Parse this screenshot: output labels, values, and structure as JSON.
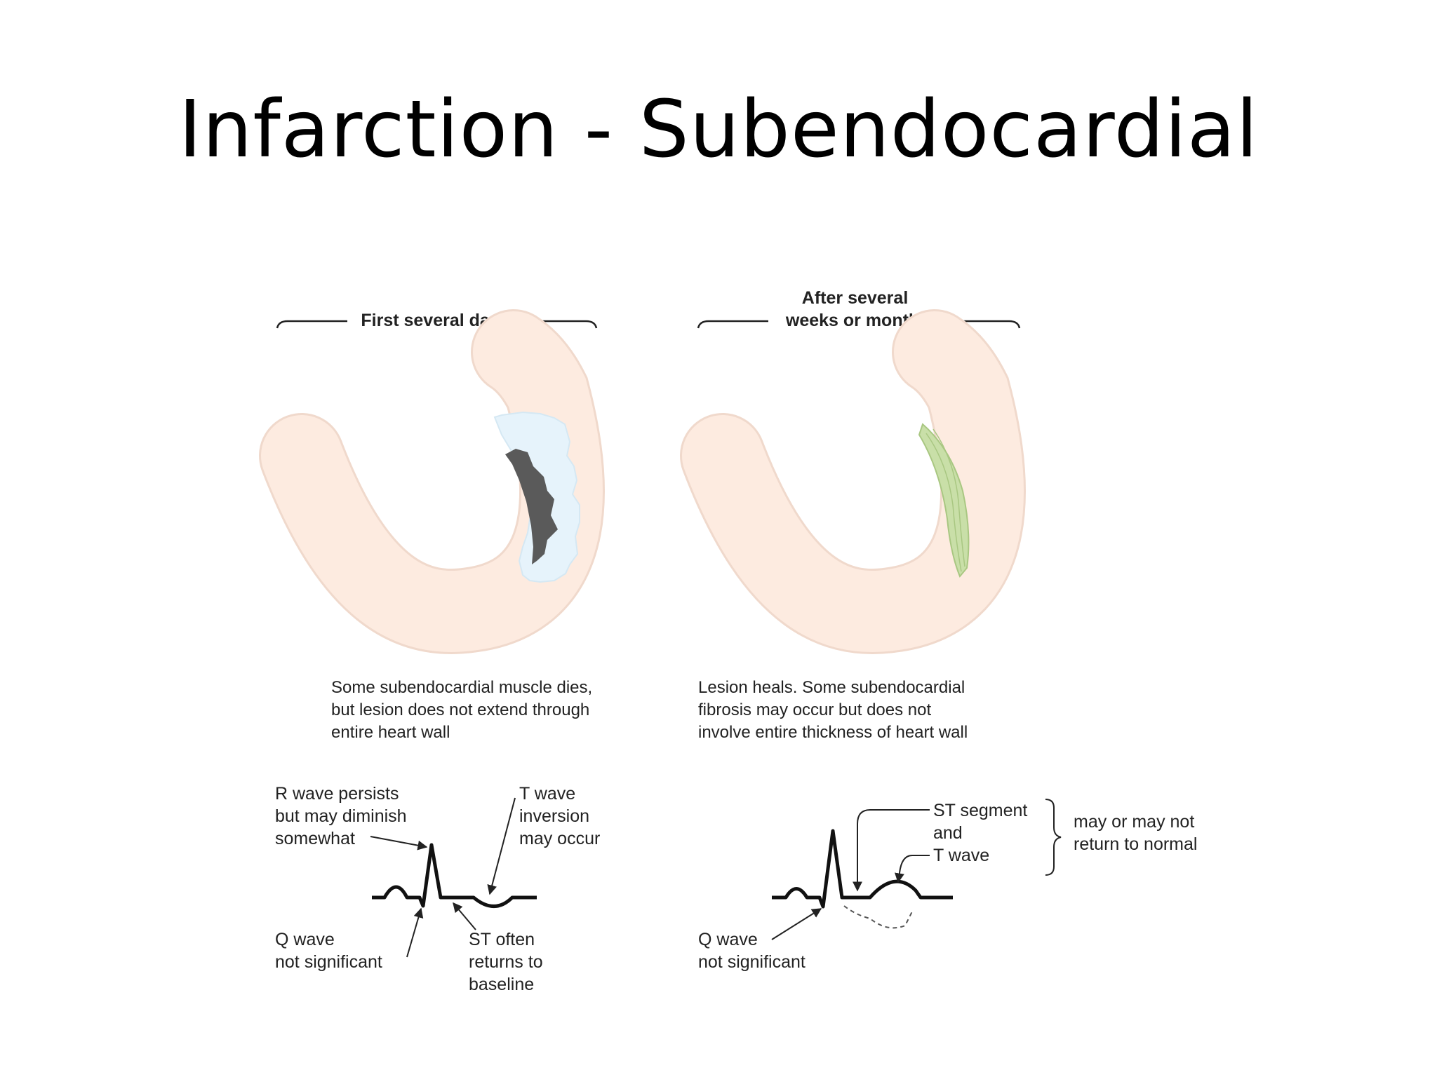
{
  "slide": {
    "title": "Infarction - Subendocardial"
  },
  "left_panel": {
    "header": "First several days",
    "description": [
      "Some subendocardial muscle dies,",
      "but lesion does not extend through",
      "entire heart wall"
    ],
    "ecg": {
      "r_wave": [
        "R wave persists",
        "but may diminish",
        "somewhat"
      ],
      "t_wave": [
        "T wave",
        "inversion",
        "may occur"
      ],
      "q_wave": [
        "Q wave",
        "not significant"
      ],
      "st": [
        "ST often",
        "returns to",
        "baseline"
      ]
    }
  },
  "right_panel": {
    "header": [
      "After several",
      "weeks or months"
    ],
    "description": [
      "Lesion heals.  Some subendocardial",
      "fibrosis may occur but does not",
      "involve entire thickness of heart wall"
    ],
    "ecg": {
      "st_t": [
        "ST segment",
        "and",
        "T wave"
      ],
      "note": [
        "may or may not",
        "return to normal"
      ],
      "q_wave": [
        "Q wave",
        "not significant"
      ]
    }
  },
  "colors": {
    "wall": "#fdebe0",
    "wall_outline": "#f0d9cc",
    "necrosis": "#5a5a5a",
    "injury_zone": "#e6f3fb",
    "fibrosis": "#c9dfa8"
  }
}
